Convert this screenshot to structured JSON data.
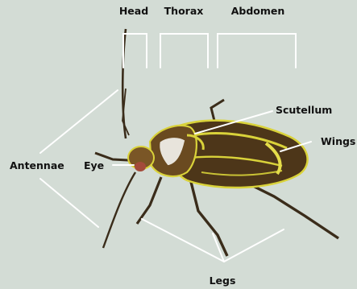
{
  "labels": {
    "head": "Head",
    "thorax": "Thorax",
    "abdomen": "Abdomen",
    "scutellum": "Scutellum",
    "wings": "Wings",
    "antennae": "Antennae",
    "eye": "Eye",
    "legs": "Legs"
  },
  "colors": {
    "background": "#d3dcd5",
    "annotation_lines": "#ffffff",
    "label_text": "#111111",
    "bug_body": "#5a3e1c",
    "bug_stripes": "#d9d23a"
  }
}
